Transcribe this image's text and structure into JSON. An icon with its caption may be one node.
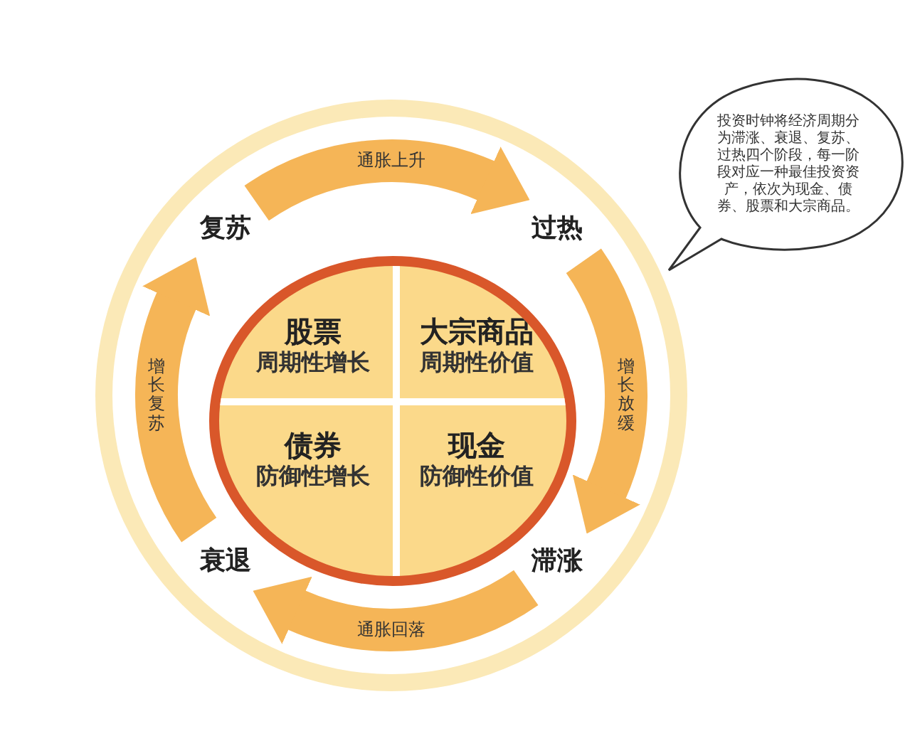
{
  "diagram": {
    "nodes": [
      {
        "text": [
          "复苏"
        ]
      },
      {
        "text": [
          "过热"
        ]
      },
      {
        "text": [
          "股票",
          "周期性增长"
        ]
      },
      {
        "text": [
          "大宗商品",
          "周期性价值"
        ]
      },
      {
        "text": [
          "债券",
          "防御性增长"
        ]
      },
      {
        "text": [
          "现金",
          "防御性价值"
        ]
      },
      {
        "text": [
          "衰退"
        ]
      },
      {
        "text": [
          "滞涨"
        ]
      },
      {
        "text": [
          "投资时钟将经济周期分为滞涨、衰退、复苏、过热四个阶段，每一阶段对应一种最佳投资资产，依次为现金、债券、股票和大宗商品。"
        ]
      }
    ],
    "edges": [
      {
        "from": 0,
        "to": 1,
        "arrow": "to",
        "label": "通胀上升"
      },
      {
        "from": 1,
        "to": 7,
        "arrow": "to",
        "label": "增长放缓"
      },
      {
        "from": 7,
        "to": 6,
        "arrow": "to",
        "label": "通胀回落"
      },
      {
        "from": 6,
        "to": 0,
        "arrow": "to",
        "label": "增长复苏"
      }
    ]
  }
}
